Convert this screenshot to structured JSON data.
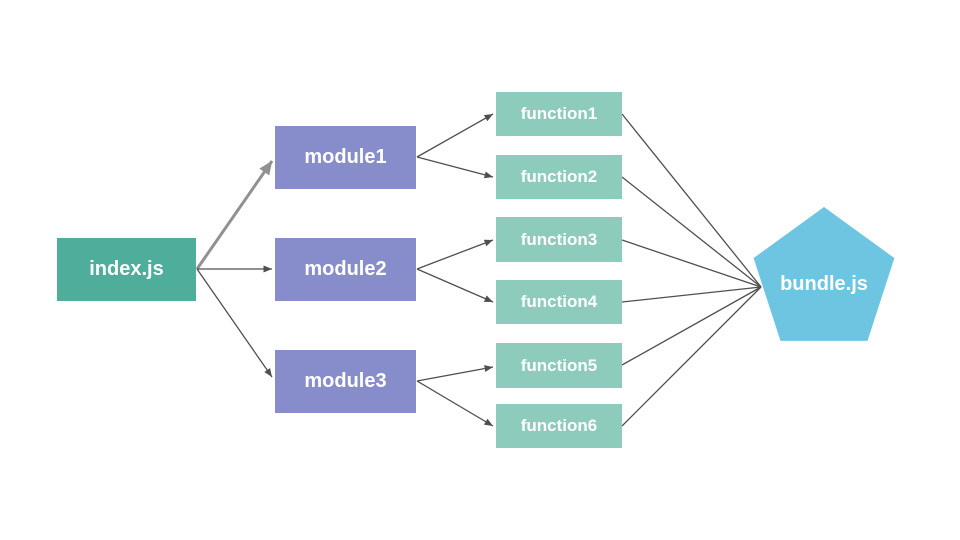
{
  "diagram": {
    "title": "module bundling diagram",
    "background": "#FFFFFF",
    "colors": {
      "entry_node": "#4FAD9B",
      "module_node": "#878CCB",
      "function_node": "#8DCBBC",
      "bundle_node": "#6EC5E1",
      "edge": "#4F4F4F",
      "edge_highlighted": "#919191",
      "node_text": "#FFFFFF"
    },
    "nodes": {
      "index": {
        "label": "index.js",
        "shape": "rectangle",
        "color": "#4FAD9B"
      },
      "module1": {
        "label": "module1",
        "shape": "rectangle",
        "color": "#878CCB"
      },
      "module2": {
        "label": "module2",
        "shape": "rectangle",
        "color": "#878CCB"
      },
      "module3": {
        "label": "module3",
        "shape": "rectangle",
        "color": "#878CCB"
      },
      "function1": {
        "label": "function1",
        "shape": "rectangle",
        "color": "#8DCBBC"
      },
      "function2": {
        "label": "function2",
        "shape": "rectangle",
        "color": "#8DCBBC"
      },
      "function3": {
        "label": "function3",
        "shape": "rectangle",
        "color": "#8DCBBC"
      },
      "function4": {
        "label": "function4",
        "shape": "rectangle",
        "color": "#8DCBBC"
      },
      "function5": {
        "label": "function5",
        "shape": "rectangle",
        "color": "#8DCBBC"
      },
      "function6": {
        "label": "function6",
        "shape": "rectangle",
        "color": "#8DCBBC"
      },
      "bundle": {
        "label": "bundle.js",
        "shape": "pentagon",
        "color": "#6EC5E1"
      }
    },
    "edges": [
      {
        "from": "index.js",
        "to": "module1",
        "style": "thick-gray-arrow"
      },
      {
        "from": "index.js",
        "to": "module2",
        "style": "thin-arrow"
      },
      {
        "from": "index.js",
        "to": "module3",
        "style": "thin-arrow"
      },
      {
        "from": "module1",
        "to": "function1",
        "style": "thin-arrow"
      },
      {
        "from": "module1",
        "to": "function2",
        "style": "thin-arrow"
      },
      {
        "from": "module2",
        "to": "function3",
        "style": "thin-arrow"
      },
      {
        "from": "module2",
        "to": "function4",
        "style": "thin-arrow"
      },
      {
        "from": "module3",
        "to": "function5",
        "style": "thin-arrow"
      },
      {
        "from": "module3",
        "to": "function6",
        "style": "thin-arrow"
      },
      {
        "from": "function1",
        "to": "bundle.js",
        "style": "thin-line"
      },
      {
        "from": "function2",
        "to": "bundle.js",
        "style": "thin-line"
      },
      {
        "from": "function3",
        "to": "bundle.js",
        "style": "thin-line"
      },
      {
        "from": "function4",
        "to": "bundle.js",
        "style": "thin-line"
      },
      {
        "from": "function5",
        "to": "bundle.js",
        "style": "thin-line"
      },
      {
        "from": "function6",
        "to": "bundle.js",
        "style": "thin-line"
      }
    ]
  }
}
